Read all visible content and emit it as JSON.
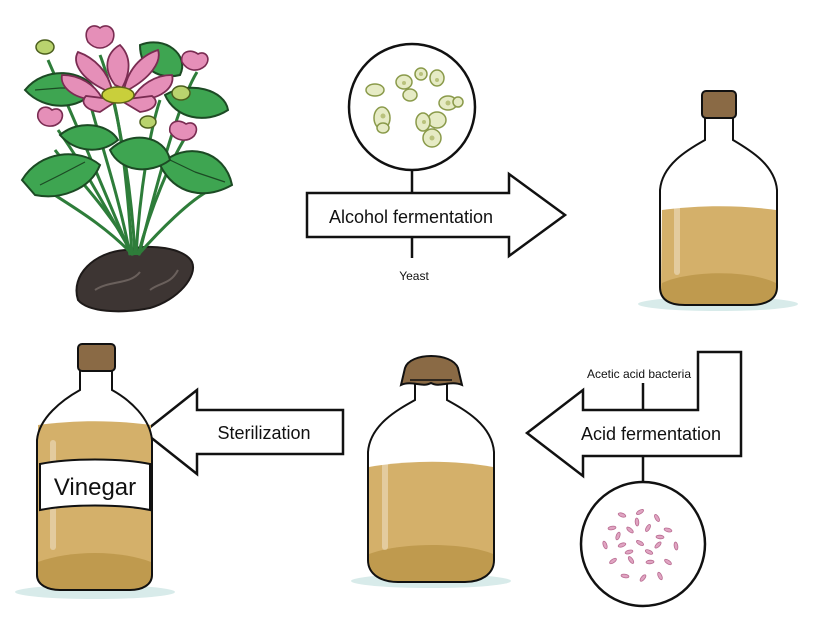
{
  "steps": {
    "alcohol_fermentation": "Alcohol fermentation",
    "yeast": "Yeast",
    "acid_fermentation": "Acid fermentation",
    "acetic_acid_bacteria": "Acetic acid bacteria",
    "sterilization": "Sterilization",
    "vinegar_label": "Vinegar"
  },
  "icons": {
    "source": "lotus-plant-icon",
    "yeast": "yeast-cells-icon",
    "bacteria": "bacteria-cells-icon",
    "bottles": [
      "corked-jug-icon",
      "cloth-covered-jug-icon",
      "vinegar-bottle-icon"
    ]
  },
  "colors": {
    "liquid": "#d4b06a",
    "liquid_dark": "#bf9a4e",
    "cork": "#8a6a45",
    "lotus_pink": "#e58fb8",
    "leaf_green": "#3ea551",
    "bacteria_pink": "#e0a4c2",
    "yeast_green": "#e6ebc5"
  }
}
